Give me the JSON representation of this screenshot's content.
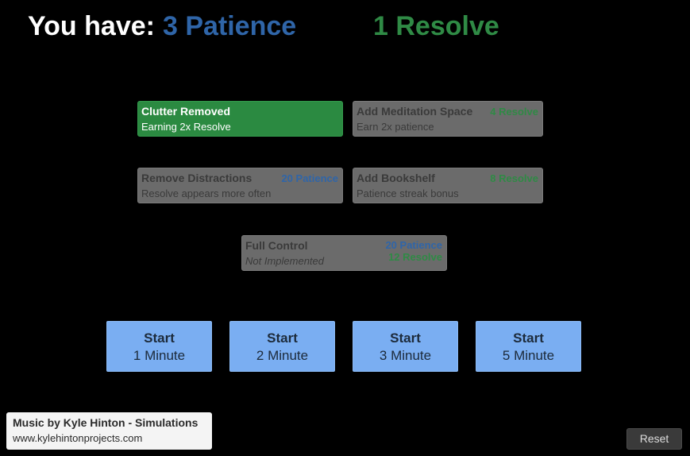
{
  "header": {
    "label": "You have:",
    "patience": "3 Patience",
    "resolve": "1 Resolve"
  },
  "upgrades": {
    "clutter_removed": {
      "title": "Clutter Removed",
      "desc": "Earning 2x Resolve",
      "status": "unlocked"
    },
    "meditation_space": {
      "title": "Add Meditation Space",
      "desc": "Earn 2x patience",
      "cost": "4 Resolve"
    },
    "remove_distractions": {
      "title": "Remove Distractions",
      "desc": "Resolve appears more often",
      "cost": "20 Patience"
    },
    "bookshelf": {
      "title": "Add Bookshelf",
      "desc": "Patience streak bonus",
      "cost": "8 Resolve"
    },
    "full_control": {
      "title": "Full Control",
      "desc": "Not Implemented",
      "cost_patience": "20 Patience",
      "cost_resolve": "12 Resolve"
    }
  },
  "start_buttons": [
    {
      "line1": "Start",
      "line2": "1 Minute"
    },
    {
      "line1": "Start",
      "line2": "2 Minute"
    },
    {
      "line1": "Start",
      "line2": "3 Minute"
    },
    {
      "line1": "Start",
      "line2": "5 Minute"
    }
  ],
  "credits": {
    "line1": "Music by Kyle Hinton - Simulations",
    "line2": "www.kylehintonprojects.com"
  },
  "reset_label": "Reset",
  "colors": {
    "patience": "#2f65a8",
    "resolve": "#2f8a45",
    "unlocked_card": "#2b8a41",
    "locked_card": "#6b6b6b",
    "start_button": "#7aaef2"
  }
}
